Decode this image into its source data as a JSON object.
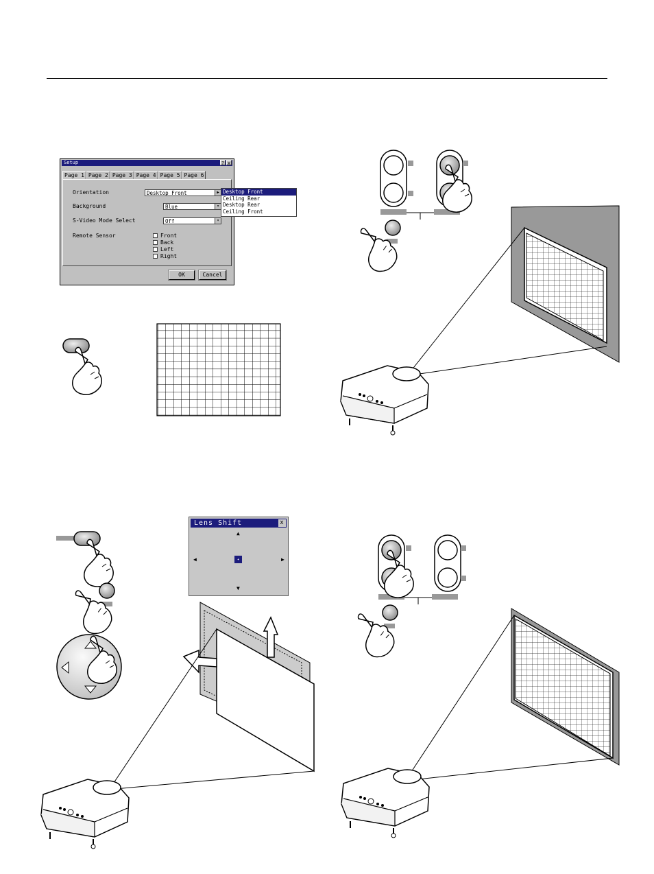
{
  "setup_dialog": {
    "title": "Setup",
    "help_btn": "?",
    "close_btn": "x",
    "tabs": [
      "Page 1",
      "Page 2",
      "Page 3",
      "Page 4",
      "Page 5",
      "Page 6"
    ],
    "orientation_label": "Orientation",
    "orientation_value": "Desktop Front",
    "background_label": "Background",
    "background_value": "Blue",
    "svideo_label": "S-Video Mode Select",
    "svideo_value": "Off",
    "remote_label": "Remote Sensor",
    "remote_options": [
      "Front",
      "Back",
      "Left",
      "Right"
    ],
    "ok_label": "OK",
    "cancel_label": "Cancel",
    "dropdown_options": [
      "Desktop Front",
      "Ceiling Rear",
      "Desktop Rear",
      "Ceiling Front"
    ],
    "dropdown_arrow": "▶",
    "field_arrow": "▾"
  },
  "lens_shift": {
    "title": "Lens Shift",
    "close_btn": "x",
    "up": "▲",
    "down": "▼",
    "left": "◀",
    "right": "▶",
    "center": "✦"
  },
  "colors": {
    "title_bar": "#1c1c7c",
    "dialog_gray": "#c0c0c0",
    "button_gray": "#999999"
  }
}
